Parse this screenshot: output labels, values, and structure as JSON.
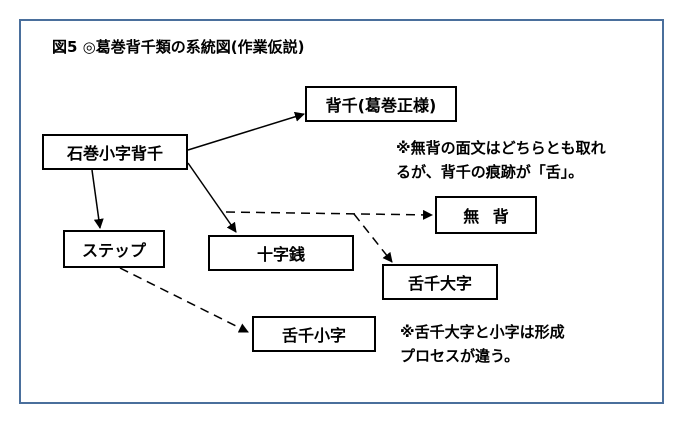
{
  "title": "図5 ◎葛巻背千類の系統図(作業仮説)",
  "nodes": {
    "ishimaki_kojisenchi": "石巻小字背千",
    "senchi_kuzumaki": "背千(葛巻正様)",
    "step": "ステップ",
    "jujisen": "十字銭",
    "mu_se": "無 背",
    "zessen_daiji": "舌千大字",
    "zessen_koji": "舌千小字"
  },
  "notes": {
    "note1_line1": "※無背の面文はどちらとも取れ",
    "note1_line2": "るが、背千の痕跡が「舌」。",
    "note2_line1": "※舌千大字と小字は形成",
    "note2_line2": "プロセスが違う。"
  },
  "colors": {
    "frame_border": "#4a6f9c",
    "arrow": "#000000"
  }
}
